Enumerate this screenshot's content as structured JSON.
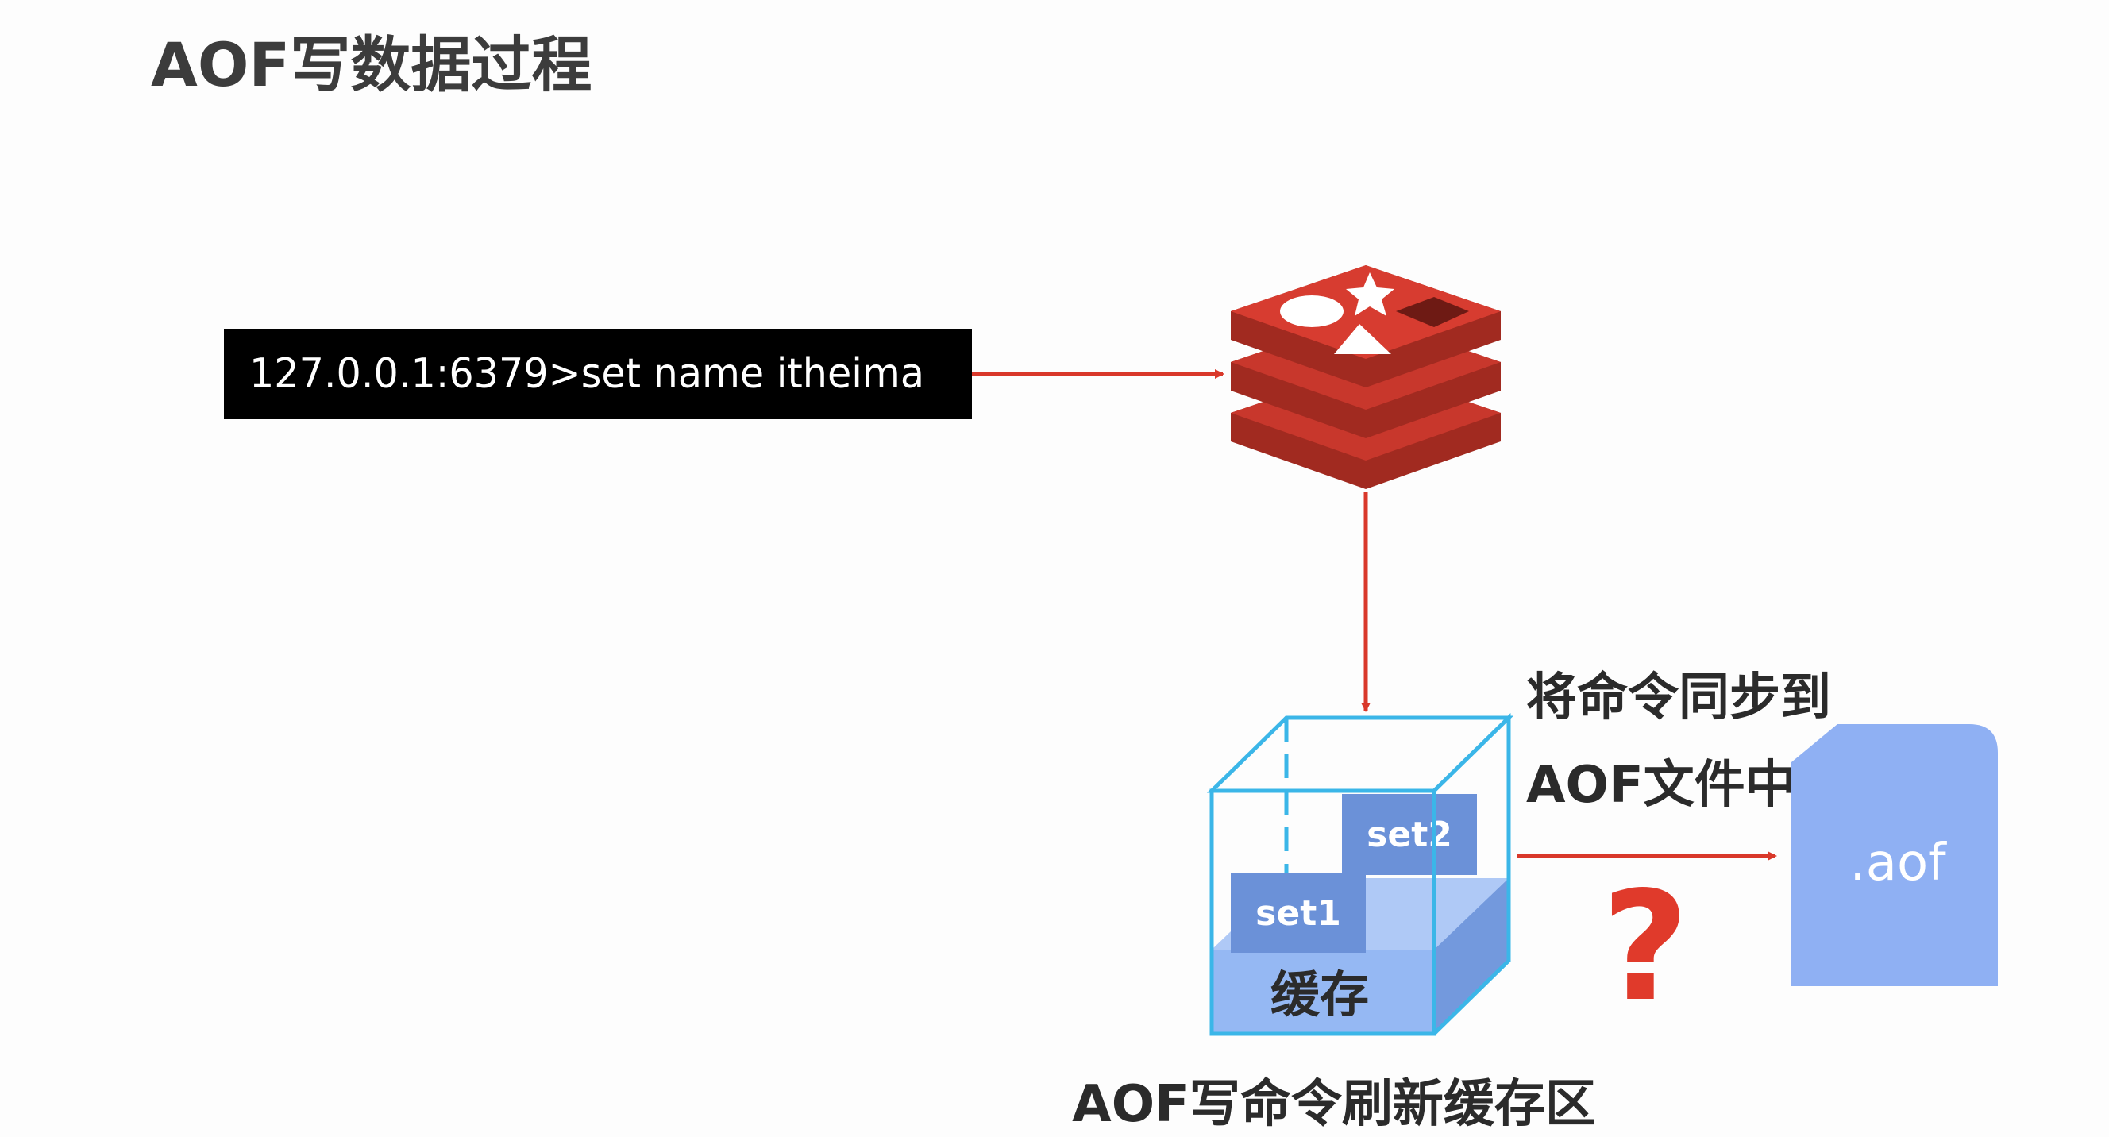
{
  "title": "AOF写数据过程",
  "command": "127.0.0.1:6379>set name itheima",
  "redis_logo": "redis-logo-icon",
  "cache": {
    "label": "缓存",
    "items": [
      "set1",
      "set2"
    ]
  },
  "buffer_caption": "AOF写命令刷新缓存区",
  "sync_label": {
    "line1": "将命令同步到",
    "line2": "AOF文件中"
  },
  "question_mark": "?",
  "aof_file": {
    "label": ".aof"
  },
  "colors": {
    "arrow": "#d9382a",
    "redis_red": "#c8372c",
    "cache_border": "#3bb6e8",
    "cache_fill": "#8fb4f2",
    "set_block": "#6b91d8",
    "aof_file": "#8fb0f3",
    "command_bg": "#000000"
  }
}
